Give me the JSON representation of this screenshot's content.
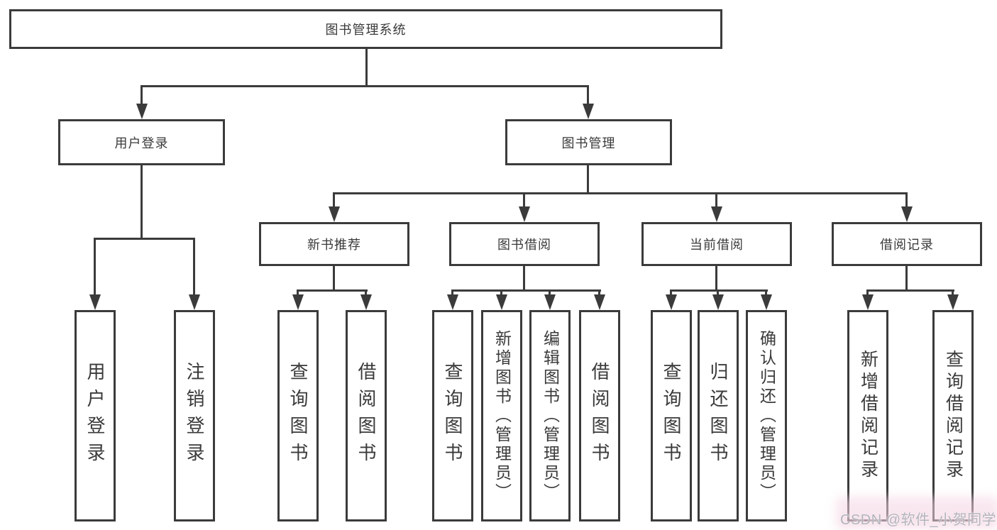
{
  "root": {
    "label": "图书管理系统"
  },
  "level2": {
    "user_login": "用户登录",
    "book_mgmt": "图书管理"
  },
  "level3": {
    "new_books": "新书推荐",
    "borrowing": "图书借阅",
    "current": "当前借阅",
    "records": "借阅记录"
  },
  "leaves": {
    "user_login": [
      "用户登录",
      "注销登录"
    ],
    "new_books": [
      "查询图书",
      "借阅图书"
    ],
    "borrowing": [
      "查询图书",
      "新增图书（管理员）",
      "编辑图书（管理员）",
      "借阅图书"
    ],
    "current": [
      "查询图书",
      "归还图书",
      "确认归还（管理员）"
    ],
    "records": [
      "新增借阅记录",
      "查询借阅记录"
    ]
  },
  "watermark": {
    "text": "CSDN @软件_小贺同学"
  },
  "colors": {
    "line": "#3b3b3b",
    "text": "#3a3a3a",
    "box_background": "#ffffff",
    "watermark_text": "#b2b3bb",
    "watermark_glow": "#f4d4e2",
    "background": "#ffffff"
  }
}
